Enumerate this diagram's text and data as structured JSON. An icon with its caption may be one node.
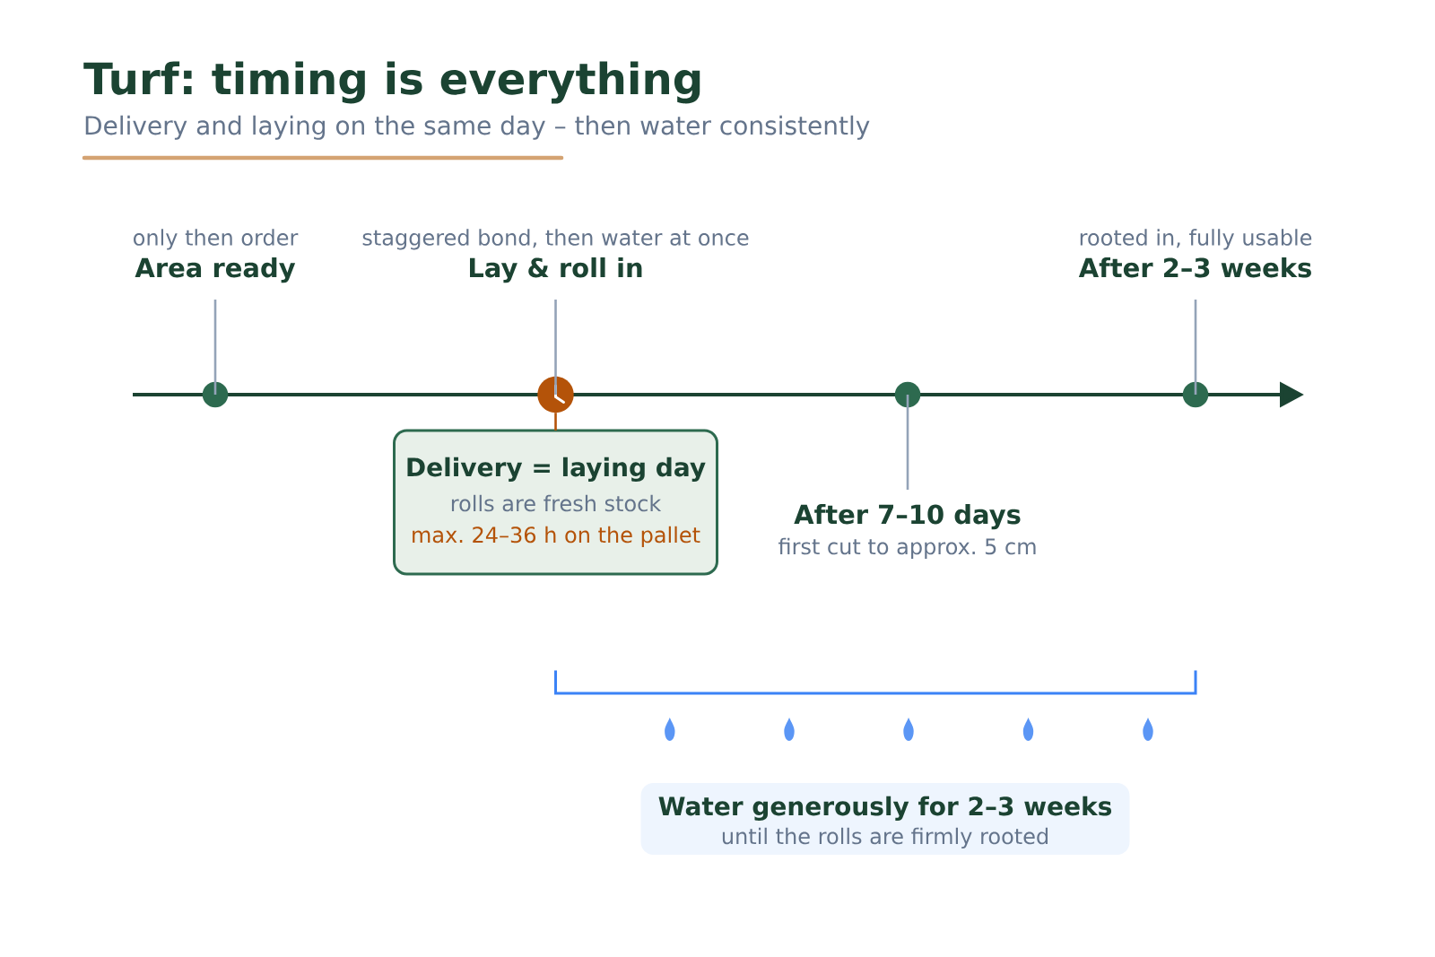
{
  "diagram": {
    "title": "Turf: timing is everything",
    "nodes": [
      {
        "text": [
          "only then order",
          "Area ready"
        ]
      },
      {
        "text": [
          "staggered bond, then water at once",
          "Lay & roll in"
        ]
      },
      {
        "text": [
          "rooted in, fully usable",
          "After 2–3 weeks"
        ]
      },
      {
        "text": [],
        "shape": "circle"
      },
      {
        "text": [],
        "shape": "clock"
      },
      {
        "text": [],
        "shape": "circle"
      },
      {
        "text": [],
        "shape": "circle"
      },
      {
        "text": [
          "Delivery = laying day",
          "rolls are fresh stock",
          "max. 24–36 h on the pallet"
        ]
      },
      {
        "text": [
          "After 7–10 days",
          "first cut to approx. 5 cm"
        ]
      },
      {
        "text": [
          "Water generously for 2–3 weeks",
          "until the rolls are firmly rooted"
        ]
      }
    ],
    "edges": [
      {
        "from": 0,
        "to": 3,
        "arrow": "none"
      },
      {
        "from": 1,
        "to": 4,
        "arrow": "none"
      },
      {
        "from": 2,
        "to": 6,
        "arrow": "none"
      },
      {
        "from": 4,
        "to": 7,
        "arrow": "none",
        "color": "#b45309"
      },
      {
        "from": 8,
        "to": 5,
        "arrow": "none"
      }
    ],
    "labels": [
      "Delivery and laying on the same day – then water consistently"
    ]
  }
}
